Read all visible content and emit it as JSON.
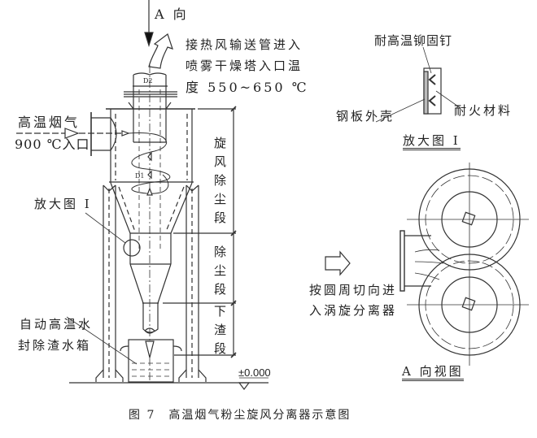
{
  "direction_label": "A 向",
  "outlet_note": [
    "接热风输送管进入",
    "喷雾干燥塔入口温",
    "度 550~650 ℃"
  ],
  "pipe_mark": "D2",
  "inlet_note": [
    "高温烟气",
    "900 ℃入口"
  ],
  "detail_ref": "放大图 I",
  "water_box_note": [
    "自动高温水",
    "封除渣水箱"
  ],
  "sections": [
    "旋风除尘段",
    "除尘段",
    "下渣段"
  ],
  "elevation": "±0.000",
  "detail": {
    "rivet": "耐高温铆固钉",
    "shell": "钢板外壳",
    "refractory": "耐火材料",
    "title": "放大图 I"
  },
  "a_view": {
    "inlet_note": [
      "按圆周切向进",
      "入涡旋分离器"
    ],
    "title": "A 向视图"
  },
  "caption": "图 7　高温烟气粉尘旋风分离器示意图"
}
